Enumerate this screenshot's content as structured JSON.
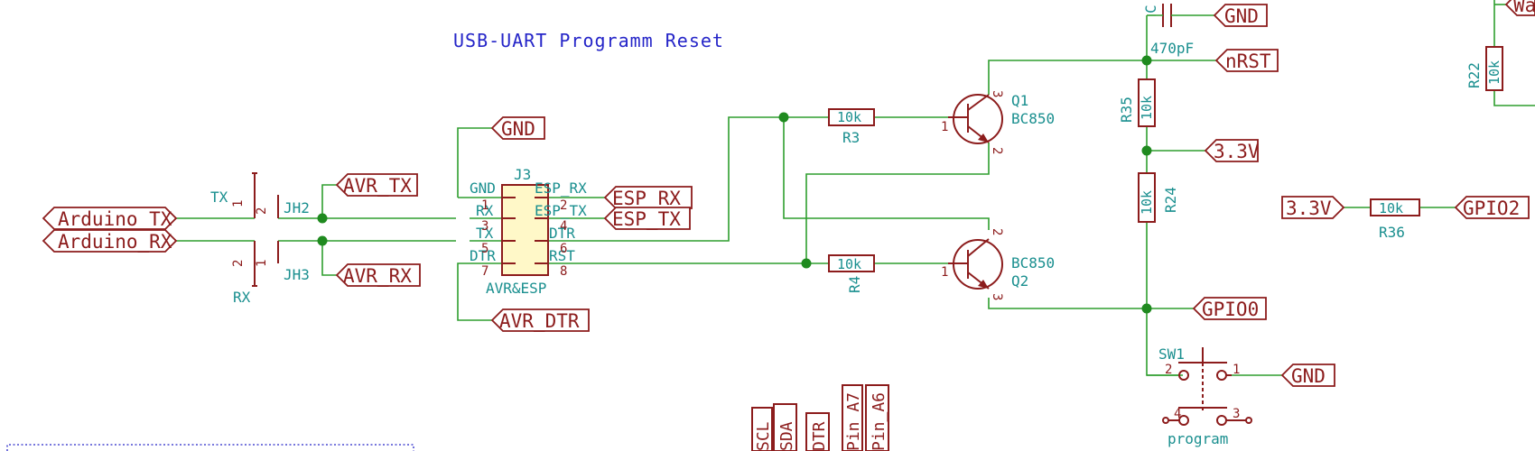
{
  "title": "USB-UART Programm Reset",
  "labels": {
    "gnd_top": "GND",
    "nrst": "nRST",
    "v33_mid": "3.3V",
    "gpio0": "GPIO0",
    "gnd_sw": "GND",
    "v33_r36": "3.3V",
    "gpio2": "GPIO2",
    "wa": "Wa",
    "avr_tx": "AVR_TX",
    "avr_rx": "AVR_RX",
    "arduino_tx": "Arduino_TX",
    "arduino_rx": "Arduino_RX",
    "gnd_j3": "GND",
    "esp_rx": "ESP_RX",
    "esp_tx": "ESP_TX",
    "avr_dtr": "AVR_DTR"
  },
  "components": {
    "c_ref": "C",
    "c_value": "470pF",
    "r35_ref": "R35",
    "r35_val": "10k",
    "r24_ref": "R24",
    "r24_val": "10k",
    "r22_ref": "R22",
    "r22_val": "10k",
    "r3_ref": "R3",
    "r3_val": "10k",
    "r4_ref": "R4",
    "r4_val": "10k",
    "r36_ref": "R36",
    "r36_val": "10k",
    "q1_ref": "Q1",
    "q1_val": "BC850",
    "q2_ref": "Q2",
    "q2_val": "BC850",
    "j3_ref": "J3",
    "j3_val": "AVR&ESP",
    "jh2_ref": "JH2",
    "jh3_ref": "JH3",
    "jh2_label": "TX",
    "jh3_label": "RX",
    "sw1_ref": "SW1",
    "sw1_val": "program"
  },
  "j3_pins": {
    "gnd": "GND",
    "esp_rx": "ESP_RX",
    "rx": "RX",
    "esp_tx": "ESP_TX",
    "tx": "TX",
    "dtr_r": "DTR",
    "dtr_l": "DTR",
    "rst": "RST",
    "p1": "1",
    "p2": "2",
    "p3": "3",
    "p4": "4",
    "p5": "5",
    "p6": "6",
    "p7": "7",
    "p8": "8"
  },
  "pin_numbers": {
    "q1_b": "1",
    "q1_c": "3",
    "q1_e": "2",
    "q2_b": "1",
    "q2_c": "2",
    "q2_e": "3",
    "jh2_1": "1",
    "jh2_2": "2",
    "jh3_1": "1",
    "jh3_2": "2",
    "sw_1": "1",
    "sw_2": "2",
    "sw_3": "3",
    "sw_4": "4"
  },
  "bottom_labels": {
    "scl": "SCL",
    "sda": "SDA",
    "dtr": "DTR",
    "pin_a7": "Pin_A7",
    "pin_a6": "Pin_A6"
  }
}
